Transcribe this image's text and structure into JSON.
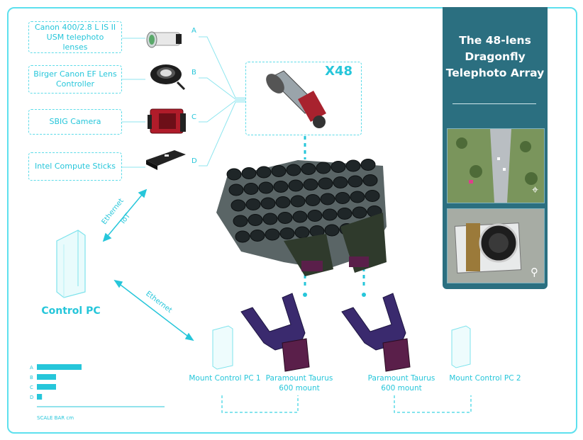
{
  "title": "The 48-lens Dragonfly Telephoto Array",
  "multiplier": "X48",
  "components": [
    {
      "id": "A",
      "label": "Canon 400/2.8 L IS II USM telephoto lenses",
      "icon": "telephoto-lens-icon"
    },
    {
      "id": "B",
      "label": "Birger Canon EF Lens Controller",
      "icon": "lens-controller-icon"
    },
    {
      "id": "C",
      "label": "SBIG Camera",
      "icon": "camera-icon"
    },
    {
      "id": "D",
      "label": "Intel Compute Sticks",
      "icon": "compute-stick-icon"
    }
  ],
  "links": {
    "ethernet_iot": [
      "Ethernet",
      "IoT"
    ],
    "ethernet": "Ethernet"
  },
  "control_pc": "Control PC",
  "mounts": [
    {
      "label": "Paramount Taurus 600 mount"
    },
    {
      "label": "Paramount Taurus 600 mount"
    }
  ],
  "mount_pcs": [
    "Mount Control PC 1",
    "Mount Control PC 2"
  ],
  "colors": {
    "accent": "#26c6da",
    "sidebar": "#2b6f80",
    "mount": "#3a2a6e",
    "mount_base": "#5a1f4a",
    "camera_red": "#b01c2a"
  },
  "chart_data": {
    "type": "bar",
    "orientation": "horizontal",
    "categories": [
      "A",
      "B",
      "C",
      "D"
    ],
    "values": [
      35,
      15,
      15,
      4
    ],
    "xlim": [
      0,
      100
    ],
    "xlabel": "SCALE BAR cm",
    "title": ""
  }
}
